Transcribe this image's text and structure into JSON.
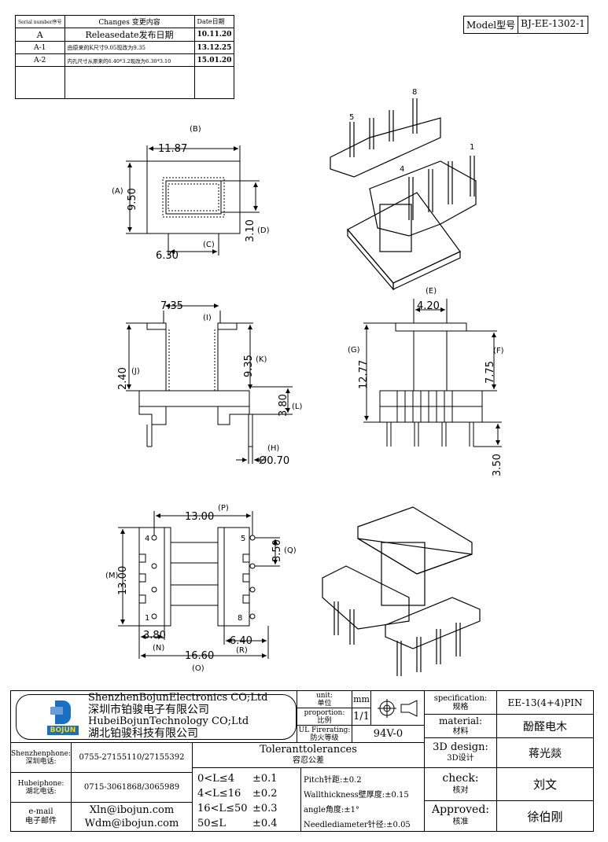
{
  "revision_table": {
    "headers": [
      "Serial number序号",
      "Changes 变更内容",
      "Date日期"
    ],
    "rows": [
      {
        "serial": "A",
        "change": "Releasedate发布日期",
        "date": "10.11.20"
      },
      {
        "serial": "A-1",
        "change": "由原来的K尺寸9.05现改为9.35",
        "date": "13.12.25"
      },
      {
        "serial": "A-2",
        "change": "内孔尺寸从原来的6.40*3.2现改为6.30*3.10",
        "date": "15.01.20"
      }
    ]
  },
  "model": {
    "label": "Model型号",
    "value": "BJ-EE-1302-1"
  },
  "drawing_labels": {
    "A": "(A)",
    "B": "(B)",
    "C": "(C)",
    "D": "(D)",
    "E": "(E)",
    "F": "(F)",
    "G": "(G)",
    "H": "(H)",
    "I": "(I)",
    "J": "(J)",
    "K": "(K)",
    "L": "(L)",
    "M": "(M)",
    "N": "(N)",
    "O": "(O)",
    "P": "(P)",
    "Q": "(Q)",
    "R": "(R)"
  },
  "dimensions": {
    "B": "11.87",
    "A": "9.50",
    "C": "6.30",
    "D": "3.10",
    "I": "7.35",
    "J": "2.40",
    "K": "9.35",
    "L": "3.80",
    "H": "Ø0.70",
    "E": "4.20",
    "G": "12.77",
    "F": "7.75",
    "pin_len": "3.50",
    "P": "13.00",
    "M": "13.00",
    "Q": "3.50",
    "N": "3.80",
    "R": "6.40",
    "O": "16.60"
  },
  "pin_numbers": {
    "p1": "1",
    "p4": "4",
    "p5": "5",
    "p8": "8",
    "b4": "4",
    "b5": "5",
    "b1": "1",
    "b8": "8"
  },
  "title_block": {
    "company_en1": "ShenzhenBojunElectronics CO;Ltd",
    "company_cn1": "深圳市铂骏电子有限公司",
    "company_en2": "HubeiBojunTechnology CO;Ltd",
    "company_cn2": "湖北铂骏科技有限公司",
    "logo_text": "BOJUN",
    "unit_label_en": "unit:",
    "unit_label_cn": "单位",
    "unit_value": "mm",
    "proportion_label_en": "proportion:",
    "proportion_label_cn": "比例",
    "proportion_value": "1/1",
    "ul_label_en": "UL Firerating:",
    "ul_label_cn": "防火等级",
    "ul_value": "94V-0",
    "spec_label_en": "specification:",
    "spec_label_cn": "规格",
    "spec_value": "EE-13(4+4)PIN",
    "material_label_en": "material:",
    "material_label_cn": "材料",
    "material_value": "酚醛电木",
    "design_label_en": "3D design:",
    "design_label_cn": "3D设计",
    "design_value": "蒋光燚",
    "check_label_en": "check:",
    "check_label_cn": "核对",
    "check_value": "刘文",
    "approved_label_en": "Approved:",
    "approved_label_cn": "核准",
    "approved_value": "徐伯刚",
    "sz_phone_label_en": "Shenzhenphone:",
    "sz_phone_label_cn": "深圳电话:",
    "sz_phone": "0755-27155110/27155392",
    "hb_phone_label_en": "Hubeiphone:",
    "hb_phone_label_cn": "湖北电话:",
    "hb_phone": "0715-3061868/3065989",
    "email_label_en": "e-mail",
    "email_label_cn": "电子邮件",
    "email1": "Xln@ibojun.com",
    "email2": "Wdm@ibojun.com",
    "tol_title_en": "Toleranttolerances",
    "tol_title_cn": "容忍公差",
    "tolerances": [
      {
        "range": "0<L≤4",
        "tol": "±0.1"
      },
      {
        "range": "4<L≤16",
        "tol": "±0.2"
      },
      {
        "range": "16<L≤50",
        "tol": "±0.3"
      },
      {
        "range": "50≤L",
        "tol": "±0.4"
      }
    ],
    "pitch": "Pitch针距:±0.2",
    "wall": "Wallthickness壁厚度:±0.15",
    "angle": "angle角度:±1°",
    "needle": "Needlediameter针径:±0.05"
  }
}
